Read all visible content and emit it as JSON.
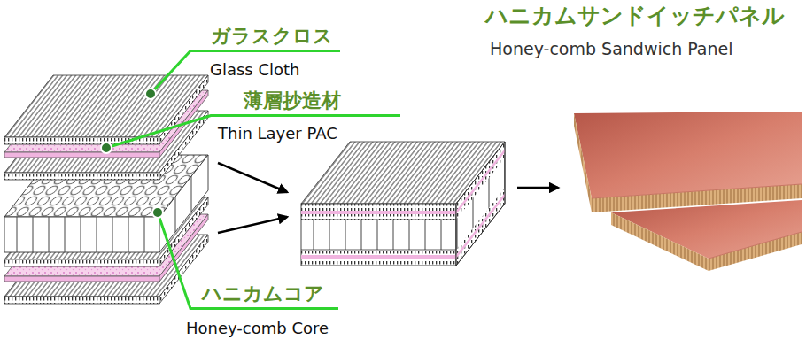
{
  "diagram": {
    "title": "ハニカムサンドイッチパネル",
    "labels": [
      "Honey-comb Sandwich Panel",
      "ガラスクロス",
      "Glass Cloth",
      "薄層抄造材",
      "Thin Layer PAC",
      "ハニカムコア",
      "Honey-comb Core"
    ]
  }
}
